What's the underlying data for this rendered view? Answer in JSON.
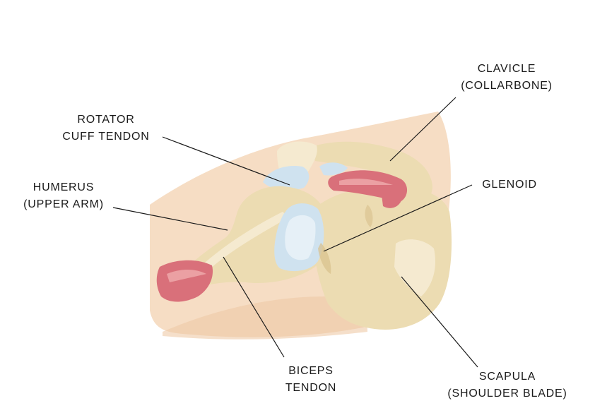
{
  "labels": {
    "clavicle": {
      "line1": "CLAVICLE",
      "line2": "(COLLARBONE)"
    },
    "rotator_cuff": {
      "line1": "ROTATOR",
      "line2": "CUFF TENDON"
    },
    "humerus": {
      "line1": "HUMERUS",
      "line2": "(UPPER ARM)"
    },
    "glenoid": {
      "line1": "GLENOID"
    },
    "biceps": {
      "line1": "BICEPS",
      "line2": "TENDON"
    },
    "scapula": {
      "line1": "SCAPULA",
      "line2": "(SHOULDER BLADE)"
    }
  },
  "colors": {
    "skin": "#f6ddc4",
    "skin_dark": "#eecaa6",
    "bone": "#ecdcb2",
    "bone_light": "#f5ead0",
    "bone_shadow": "#d8c08c",
    "muscle": "#d9707a",
    "muscle_light": "#eba0a3",
    "cartilage": "#cfe2ef",
    "cartilage_light": "#e6f0f7",
    "leader_line": "#1a1a1a"
  }
}
